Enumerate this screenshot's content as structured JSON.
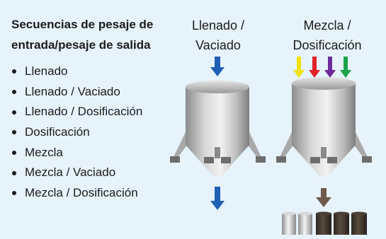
{
  "left_panel": {
    "title_line1": "Secuencias de pesaje de",
    "title_line2": "entrada/pesaje de salida",
    "items": [
      "Llenado",
      "Llenado / Vaciado",
      "Llenado / Dosificación",
      "Dosificación",
      "Mezcla",
      "Mezcla / Vaciado",
      "Mezcla / Dosificación"
    ]
  },
  "diagram": {
    "silo_left_label_line1": "Llenado /",
    "silo_left_label_line2": "Vaciado",
    "silo_right_label_line1": "Mezcla /",
    "silo_right_label_line2": "Dosificación",
    "colors": {
      "panel_background": "#e6f3fb",
      "fill_arrow": "#1f5fb4",
      "empty_arrow": "#1f5fb4",
      "ingredient_arrows": [
        "#f2e20c",
        "#e0202a",
        "#6a2a9a",
        "#1ba34a"
      ],
      "dosing_arrow": "#6e5a4a",
      "silo_metal": "#b9b9b9"
    }
  }
}
